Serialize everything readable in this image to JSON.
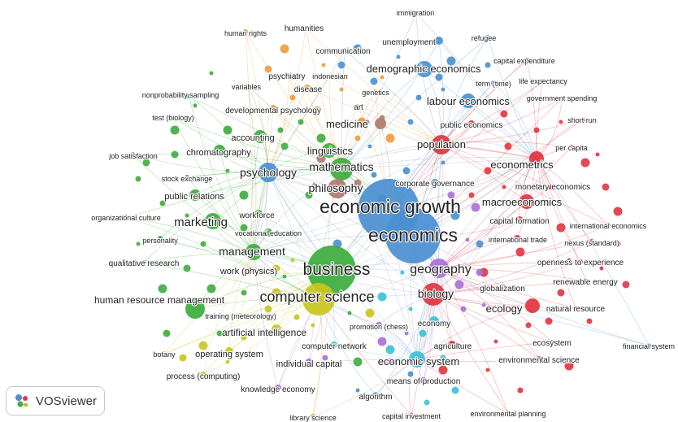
{
  "app": {
    "name": "VOSviewer"
  },
  "colors": {
    "red": "#e2343f",
    "green": "#3dac3d",
    "blue": "#4a8fd0",
    "yellow": "#c9c51f",
    "purple": "#a86fd9",
    "cyan": "#3cc0d8",
    "orange": "#ef9a3a",
    "brown": "#b07a6a"
  },
  "labels": [
    {
      "id": "economic-growth",
      "text": "economic growth",
      "cluster": "blue"
    },
    {
      "id": "economics",
      "text": "economics",
      "cluster": "blue"
    },
    {
      "id": "business",
      "text": "business",
      "cluster": "green"
    },
    {
      "id": "computer-science",
      "text": "computer science",
      "cluster": "yellow"
    },
    {
      "id": "geography",
      "text": "geography",
      "cluster": "purple"
    },
    {
      "id": "biology",
      "text": "biology",
      "cluster": "red"
    },
    {
      "id": "management",
      "text": "management",
      "cluster": "green"
    },
    {
      "id": "marketing",
      "text": "marketing",
      "cluster": "green"
    },
    {
      "id": "psychology",
      "text": "psychology",
      "cluster": "blue"
    },
    {
      "id": "mathematics",
      "text": "mathematics",
      "cluster": "green"
    },
    {
      "id": "philosophy",
      "text": "philosophy",
      "cluster": "brown"
    },
    {
      "id": "linguistics",
      "text": "linguistics",
      "cluster": "green"
    },
    {
      "id": "medicine",
      "text": "medicine",
      "cluster": "brown"
    },
    {
      "id": "population",
      "text": "population",
      "cluster": "red"
    },
    {
      "id": "econometrics",
      "text": "econometrics",
      "cluster": "red"
    },
    {
      "id": "macroeconomics",
      "text": "macroeconomics",
      "cluster": "red"
    },
    {
      "id": "labour-economics",
      "text": "labour economics",
      "cluster": "blue"
    },
    {
      "id": "demographic-economics",
      "text": "demographic economics",
      "cluster": "blue"
    },
    {
      "id": "ecology",
      "text": "ecology",
      "cluster": "red"
    },
    {
      "id": "economic-system",
      "text": "economic system",
      "cluster": "cyan"
    },
    {
      "id": "artificial-intelligence",
      "text": "artificial intelligence",
      "cluster": "yellow"
    },
    {
      "id": "human-resource-management",
      "text": "human resource management",
      "cluster": "green"
    },
    {
      "id": "public-relations",
      "text": "public relations",
      "cluster": "green"
    },
    {
      "id": "chromatography",
      "text": "chromatography",
      "cluster": "green"
    },
    {
      "id": "accounting",
      "text": "accounting",
      "cluster": "green"
    },
    {
      "id": "operating-system",
      "text": "operating system",
      "cluster": "yellow"
    },
    {
      "id": "individual-capital",
      "text": "individual capital",
      "cluster": "purple"
    },
    {
      "id": "immigration",
      "text": "immigration",
      "cluster": "blue"
    },
    {
      "id": "humanities",
      "text": "humanities",
      "cluster": "orange"
    },
    {
      "id": "human-rights",
      "text": "human rights",
      "cluster": "orange"
    },
    {
      "id": "communication",
      "text": "communication",
      "cluster": "blue"
    },
    {
      "id": "unemployment",
      "text": "unemployment",
      "cluster": "blue"
    },
    {
      "id": "refugee",
      "text": "refugee",
      "cluster": "blue"
    },
    {
      "id": "capital-expenditure",
      "text": "capital expenditure",
      "cluster": "red"
    },
    {
      "id": "psychiatry",
      "text": "psychiatry",
      "cluster": "orange"
    },
    {
      "id": "indonesian",
      "text": "indonesian",
      "cluster": "orange"
    },
    {
      "id": "variables",
      "text": "variables",
      "cluster": "green"
    },
    {
      "id": "disease",
      "text": "disease",
      "cluster": "orange"
    },
    {
      "id": "nonprobability-sampling",
      "text": "nonprobability sampling",
      "cluster": "green"
    },
    {
      "id": "genetics",
      "text": "genetics",
      "cluster": "orange"
    },
    {
      "id": "term-time",
      "text": "term (time)",
      "cluster": "blue"
    },
    {
      "id": "life-expectancy",
      "text": "life expectancy",
      "cluster": "red"
    },
    {
      "id": "government-spending",
      "text": "government spending",
      "cluster": "red"
    },
    {
      "id": "developmental-psychology",
      "text": "developmental psychology",
      "cluster": "orange"
    },
    {
      "id": "art",
      "text": "art",
      "cluster": "orange"
    },
    {
      "id": "test-biology",
      "text": "test (biology)",
      "cluster": "green"
    },
    {
      "id": "public-economics",
      "text": "public economics",
      "cluster": "red"
    },
    {
      "id": "short-run",
      "text": "short run",
      "cluster": "red"
    },
    {
      "id": "per-capita",
      "text": "per capita",
      "cluster": "red"
    },
    {
      "id": "job-satisfaction",
      "text": "job satisfaction",
      "cluster": "green"
    },
    {
      "id": "stock-exchange",
      "text": "stock exchange",
      "cluster": "green"
    },
    {
      "id": "corporate-governance",
      "text": "corporate governance",
      "cluster": "blue"
    },
    {
      "id": "monetary-economics",
      "text": "monetary economics",
      "cluster": "red"
    },
    {
      "id": "organizational-culture",
      "text": "organizational culture",
      "cluster": "green"
    },
    {
      "id": "workforce",
      "text": "workforce",
      "cluster": "green"
    },
    {
      "id": "capital-formation",
      "text": "capital formation",
      "cluster": "red"
    },
    {
      "id": "international-economics",
      "text": "international economics",
      "cluster": "red"
    },
    {
      "id": "personality",
      "text": "personality",
      "cluster": "green"
    },
    {
      "id": "vocational-education",
      "text": "vocational education",
      "cluster": "green"
    },
    {
      "id": "international-trade",
      "text": "international trade",
      "cluster": "red"
    },
    {
      "id": "nexus-standard",
      "text": "nexus (standard)",
      "cluster": "red"
    },
    {
      "id": "qualitative-research",
      "text": "qualitative research",
      "cluster": "green"
    },
    {
      "id": "openness-to-experience",
      "text": "openness to experience",
      "cluster": "red"
    },
    {
      "id": "work-physics",
      "text": "work (physics)",
      "cluster": "yellow"
    },
    {
      "id": "renewable-energy",
      "text": "renewable energy",
      "cluster": "red"
    },
    {
      "id": "globalization",
      "text": "globalization",
      "cluster": "purple"
    },
    {
      "id": "natural-resource",
      "text": "natural resource",
      "cluster": "red"
    },
    {
      "id": "training-meteorology",
      "text": "training (meteorology)",
      "cluster": "yellow"
    },
    {
      "id": "promotion-chess",
      "text": "promotion (chess)",
      "cluster": "purple"
    },
    {
      "id": "economy",
      "text": "economy",
      "cluster": "cyan"
    },
    {
      "id": "ecosystem",
      "text": "ecosystem",
      "cluster": "red"
    },
    {
      "id": "financial-system",
      "text": "financial system",
      "cluster": "blue"
    },
    {
      "id": "computer-network",
      "text": "computer network",
      "cluster": "cyan"
    },
    {
      "id": "agriculture",
      "text": "agriculture",
      "cluster": "red"
    },
    {
      "id": "botany",
      "text": "botany",
      "cluster": "yellow"
    },
    {
      "id": "environmental-science",
      "text": "environmental science",
      "cluster": "red"
    },
    {
      "id": "means-of-production",
      "text": "means of production",
      "cluster": "purple"
    },
    {
      "id": "process-computing",
      "text": "process (computing)",
      "cluster": "yellow"
    },
    {
      "id": "knowledge-economy",
      "text": "knowledge economy",
      "cluster": "purple"
    },
    {
      "id": "algorithm",
      "text": "algorithm",
      "cluster": "blue"
    },
    {
      "id": "library-science",
      "text": "library science",
      "cluster": "orange"
    },
    {
      "id": "capital-investment",
      "text": "capital investment",
      "cluster": "red"
    },
    {
      "id": "environmental-planning",
      "text": "environmental planning",
      "cluster": "red"
    }
  ]
}
